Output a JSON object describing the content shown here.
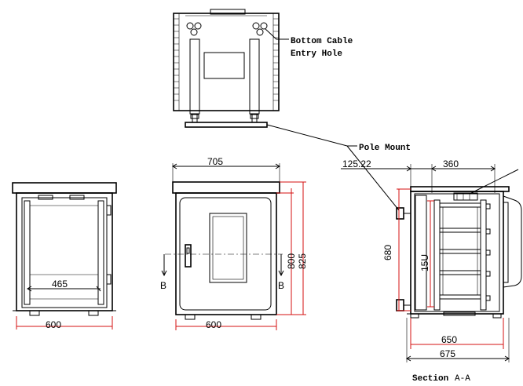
{
  "colors": {
    "dimension_line": "#d41010",
    "outline": "#000000"
  },
  "callouts": {
    "bottom_cable_line1": "Bottom Cable",
    "bottom_cable_line2": "Entry Hole",
    "pole_mount": "Pole Mount"
  },
  "front_open_view": {
    "inner_width": "465",
    "outer_width": "600"
  },
  "front_view": {
    "top_width": "705",
    "base_width": "600",
    "height_inner": "800",
    "height_outer": "825",
    "section_mark_left": "B",
    "section_mark_right": "B"
  },
  "section_view": {
    "offset": "125.22",
    "top_depth": "360",
    "height_left": "680",
    "rack_units": "15U",
    "depth_inner": "650",
    "depth_outer": "675",
    "caption_word": "Section",
    "caption_id": "A-A"
  }
}
